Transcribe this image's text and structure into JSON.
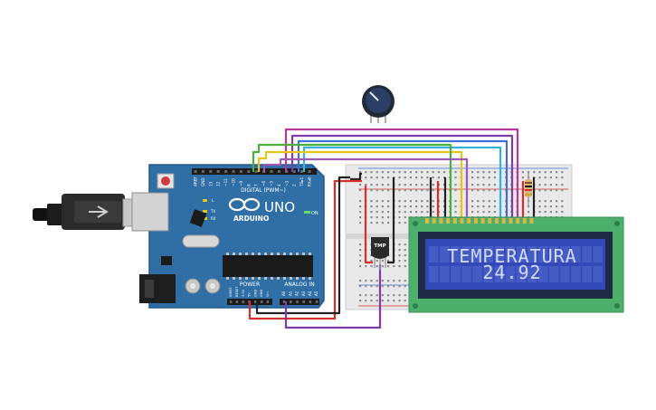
{
  "board": {
    "logo": "ARDUINO",
    "model": "UNO",
    "digital_label": "DIGITAL (PWM~)",
    "power_label": "POWER",
    "analog_label": "ANALOG IN",
    "on_label": "ON",
    "tx_label": "TX",
    "rx_label": "RX",
    "l_label": "L",
    "top_header_pins": [
      "AREF",
      "GND",
      "13",
      "12",
      "~11",
      "~10",
      "~9",
      "8",
      "7",
      "~6",
      "~5",
      "4",
      "~3",
      "2",
      "TX▸1",
      "RX◂0"
    ],
    "power_pins": [
      "IOREF",
      "RESET",
      "3.3V",
      "5V",
      "GND",
      "GND",
      "Vin"
    ],
    "analog_pins": [
      "A0",
      "A1",
      "A2",
      "A3",
      "A4",
      "A5"
    ]
  },
  "sensor": {
    "label": "TMP"
  },
  "lcd": {
    "line1": "TEMPERATURA",
    "line2": "24.92"
  },
  "colors": {
    "board": "#2f6fa6",
    "breadboard": "#e9e9e9",
    "lcd_frame": "#4caf6b",
    "lcd_screen": "#3349b8",
    "wire_red": "#d62d2d",
    "wire_black": "#222222",
    "wire_green": "#4caf3c",
    "wire_yellow": "#e8c51a",
    "wire_purple": "#7d3aa8",
    "wire_magenta": "#b8359b",
    "wire_blue": "#3d6fd6",
    "wire_cyan": "#36b1d8"
  }
}
